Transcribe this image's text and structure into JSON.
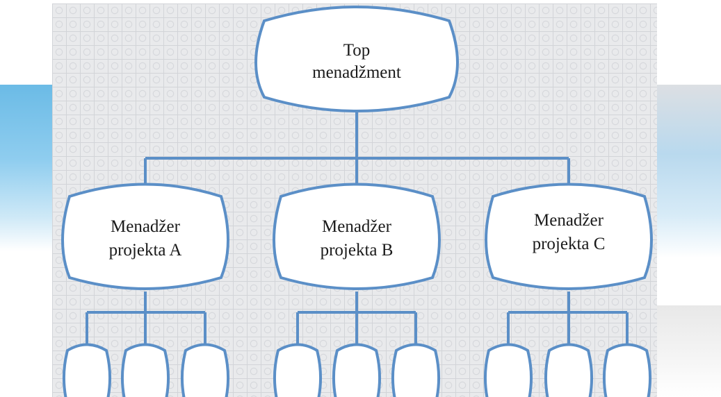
{
  "diagram": {
    "top": {
      "line1": "Top",
      "line2": "menadžment"
    },
    "managers": [
      {
        "line1": "Menadžer",
        "line2": "projekta A"
      },
      {
        "line1": "Menadžer",
        "line2": "projekta B"
      },
      {
        "line1": "Menadžer",
        "line2": "projekta C"
      }
    ],
    "colors": {
      "border": "#5b8fc7",
      "node_fill": "#ffffff",
      "background": "#e9eaec"
    }
  }
}
